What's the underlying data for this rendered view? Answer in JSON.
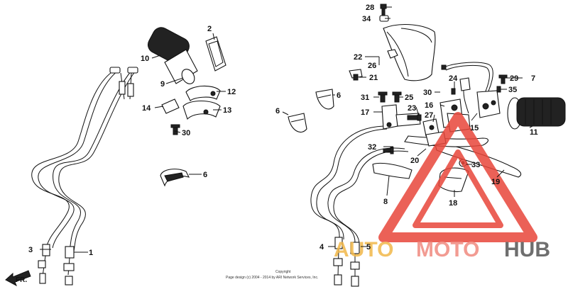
{
  "labels": {
    "l1": "1",
    "l2": "2",
    "l3": "3",
    "l4": "4",
    "l5": "5",
    "l6a": "6",
    "l6b": "6",
    "l6c": "6",
    "l7": "7",
    "l8": "8",
    "l9": "9",
    "l10": "10",
    "l11": "11",
    "l12": "12",
    "l13": "13",
    "l14": "14",
    "l15": "15",
    "l16": "16",
    "l17": "17",
    "l18": "18",
    "l19": "19",
    "l20": "20",
    "l21": "21",
    "l22": "22",
    "l23": "23",
    "l24": "24",
    "l25": "25",
    "l26": "26",
    "l27": "27",
    "l28": "28",
    "l29": "29",
    "l30a": "30",
    "l30b": "30",
    "l31": "31",
    "l32": "32",
    "l33": "33",
    "l34": "34",
    "l35": "35"
  },
  "direction_label": "FR.",
  "copyright_line1": "Copyright",
  "copyright_line2": "Page design (c) 2004 - 2014 by ARI Network Services, Inc.",
  "watermark": {
    "part1": "AUTO",
    "part2": "MOTO",
    "part3": "HUB"
  },
  "colors": {
    "triangle": "#e8463a",
    "watermark_auto": "#f2b84a",
    "watermark_moto": "#f08a80",
    "watermark_hub": "#555555"
  }
}
